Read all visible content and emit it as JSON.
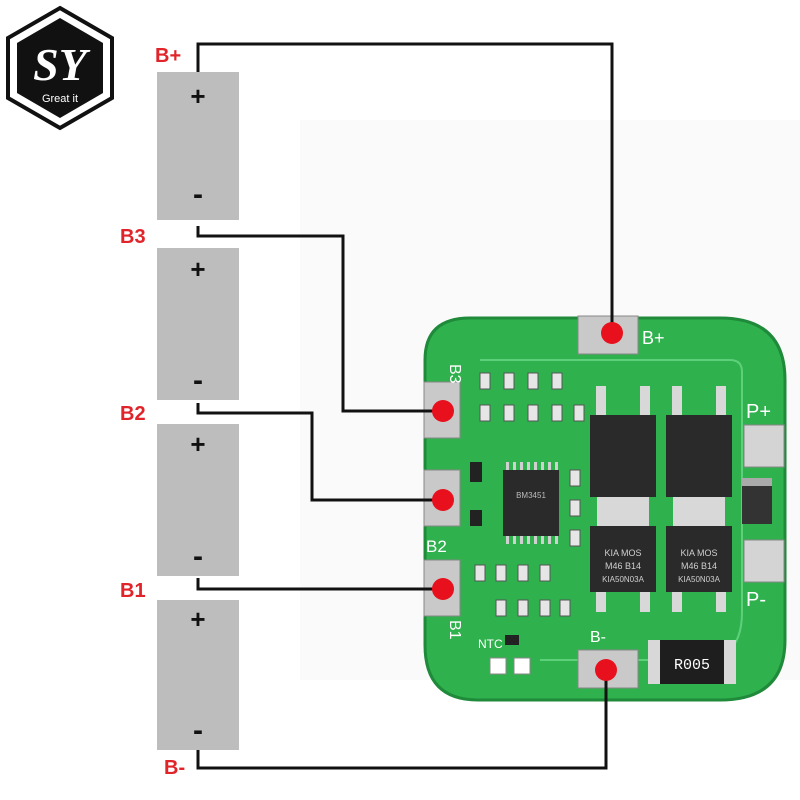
{
  "logo": {
    "letters": "SY",
    "tagline": "Great it"
  },
  "terminals": {
    "b_plus": "B+",
    "b3": "B3",
    "b2": "B2",
    "b1": "B1",
    "b_minus": "B-"
  },
  "cells": {
    "plus": "+",
    "minus": "-"
  },
  "board": {
    "pad_b_plus": "B+",
    "pad_b_minus": "B-",
    "pad_b3": "B3",
    "pad_b2": "B2",
    "pad_b1": "B1",
    "p_plus": "P+",
    "p_minus": "P-",
    "ntc": "NTC",
    "resistor": "R005",
    "ic_text": "BM3451",
    "mosfet_lines": [
      "KIA  MOS",
      "M46  B14",
      "KIA50N03A"
    ]
  },
  "colors": {
    "pcb": "#2fb14e",
    "pcb_edge": "#1f8a3a",
    "wire": "#111111",
    "label": "#e0242a",
    "dot": "#e8101c",
    "cell": "#bdbdbd",
    "pad": "#c9c9c9"
  }
}
